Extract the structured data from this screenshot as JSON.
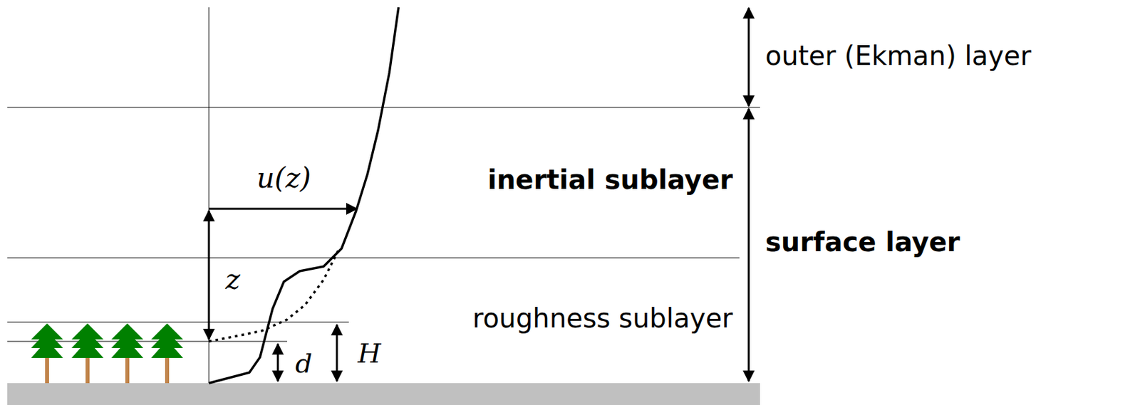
{
  "diagram": {
    "labels": [
      "outer (Ekman) layer",
      "u(z)",
      "inertial sublayer",
      "surface layer",
      "z",
      "roughness sublayer",
      "d",
      "H"
    ]
  }
}
